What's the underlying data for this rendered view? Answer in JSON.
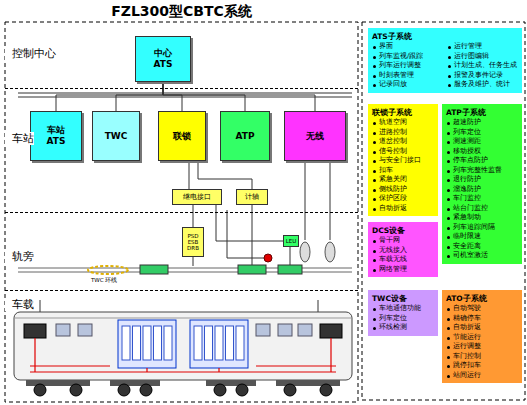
{
  "diagram": {
    "title": "FZL300型CBTC系统",
    "nodes": [
      {
        "text": [
          "控制中心"
        ]
      },
      {
        "text": [
          "中心 ATS"
        ],
        "in": 0
      },
      {
        "text": [
          "车站"
        ]
      },
      {
        "text": [
          "车站 ATS"
        ],
        "in": 2
      },
      {
        "text": [
          "TWC"
        ],
        "in": 2
      },
      {
        "text": [
          "联锁"
        ],
        "in": 2
      },
      {
        "text": [
          "ATP"
        ],
        "in": 2
      },
      {
        "text": [
          "无线"
        ],
        "in": 2
      },
      {
        "text": [
          "继电接口"
        ],
        "in": 2
      },
      {
        "text": [
          "计轴"
        ],
        "in": 2
      },
      {
        "text": [
          "轨旁"
        ]
      },
      {
        "text": [
          "PSD ESB DRB"
        ],
        "in": 10
      },
      {
        "text": [
          "LEU"
        ],
        "in": 10
      },
      {
        "text": [
          "车载"
        ]
      },
      {
        "text": [
          "ATS子系统",
          "界面",
          "列车监视/跟踪",
          "列车运行调整",
          "时刻表管理",
          "记录回放",
          "运行管理",
          "运行图编辑",
          "计划生成、任务生成",
          "报警及事件记录",
          "服务及维护、统计"
        ]
      },
      {
        "text": [
          "联锁子系统",
          "轨道空闲",
          "进路控制",
          "道岔控制",
          "信号控制",
          "与安全门接口",
          "扣车",
          "紧急关闭",
          "侧线防护",
          "保护区段",
          "自动折返"
        ]
      },
      {
        "text": [
          "ATP子系统",
          "超速防护",
          "列车定位",
          "测速测距",
          "移动授权",
          "停车点防护",
          "列车完整性监督",
          "退行防护",
          "溜逸防护",
          "车门监控",
          "站台门监控",
          "紧急制动",
          "列车追踪间隔",
          "临时限速",
          "安全距离",
          "司机室激活"
        ]
      },
      {
        "text": [
          "DCS设备",
          "骨干网",
          "无线接入",
          "车载无线",
          "网络管理"
        ]
      },
      {
        "text": [
          "TWC设备",
          "车地通信功能",
          "列车定位",
          "环线检测"
        ]
      },
      {
        "text": [
          "ATO子系统",
          "自动驾驶",
          "精确停车",
          "自动折返",
          "节能运行",
          "运行调整",
          "车门控制",
          "跳停扣车",
          "站间运行"
        ]
      }
    ],
    "edges": [
      {
        "from": 1,
        "to": 3,
        "arrow": "none"
      },
      {
        "from": 1,
        "to": 4,
        "arrow": "none"
      },
      {
        "from": 1,
        "to": 5,
        "arrow": "none"
      },
      {
        "from": 1,
        "to": 6,
        "arrow": "none"
      },
      {
        "from": 1,
        "to": 7,
        "arrow": "none"
      },
      {
        "from": 5,
        "to": 8,
        "arrow": "none"
      },
      {
        "from": 5,
        "to": 9,
        "arrow": "none"
      },
      {
        "from": 8,
        "to": 11,
        "arrow": "none"
      },
      {
        "from": 8,
        "to": 12,
        "arrow": "none"
      }
    ],
    "labels": [
      "TWC 环线"
    ]
  }
}
